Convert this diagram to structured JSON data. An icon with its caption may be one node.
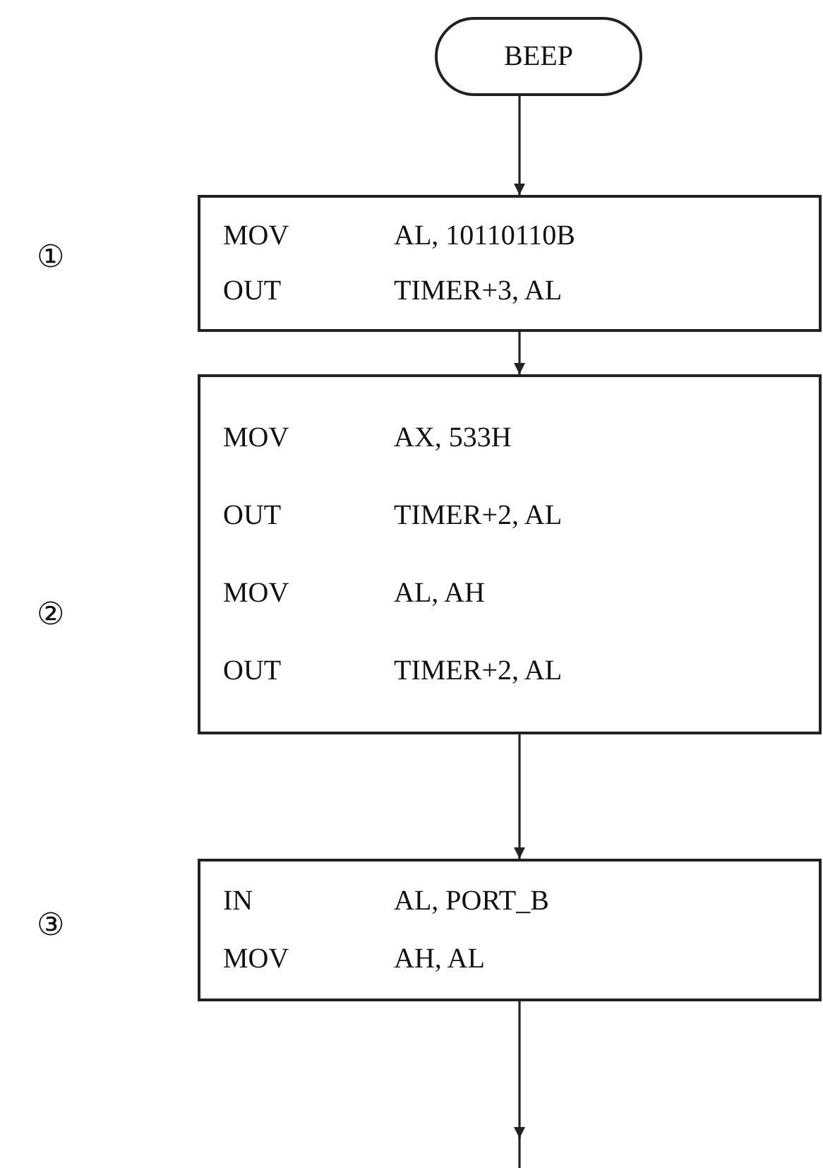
{
  "diagram": {
    "nodes": [
      {
        "text": [
          "BEEP"
        ]
      },
      {
        "text": [
          "MOV",
          "AL, 10110110B",
          "OUT",
          "TIMER+3, AL"
        ]
      },
      {
        "text": [
          "MOV",
          "AX, 533H",
          "OUT",
          "TIMER+2, AL",
          "MOV",
          "AL, AH",
          "OUT",
          "TIMER+2, AL"
        ]
      },
      {
        "text": [
          "IN",
          "AL, PORT_B",
          "MOV",
          "AH, AL"
        ]
      }
    ],
    "edges": [
      {
        "from": 0,
        "to": 1,
        "arrow": "to"
      },
      {
        "from": 1,
        "to": 2,
        "arrow": "to"
      },
      {
        "from": 2,
        "to": 3,
        "arrow": "to"
      },
      {
        "from": 3,
        "to": null,
        "arrow": "to"
      }
    ],
    "labels": [
      "①",
      "②",
      "③"
    ]
  }
}
